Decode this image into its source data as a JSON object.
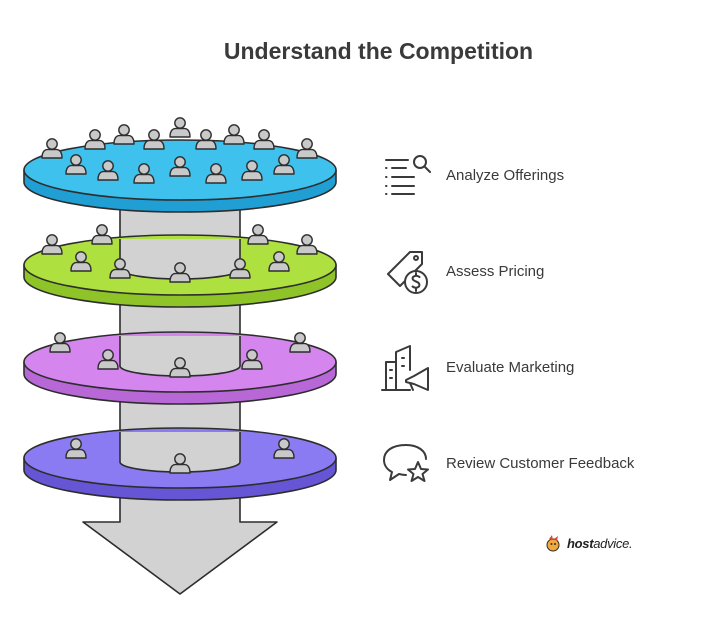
{
  "title": "Understand the Competition",
  "steps": [
    {
      "label": "Analyze Offerings",
      "icon": "list-search-icon",
      "color": "#3fc1ee"
    },
    {
      "label": "Assess Pricing",
      "icon": "price-tag-icon",
      "color": "#aee03f"
    },
    {
      "label": "Evaluate Marketing",
      "icon": "marketing-icon",
      "color": "#d585ee"
    },
    {
      "label": "Review Customer Feedback",
      "icon": "feedback-icon",
      "color": "#8a7bf2"
    }
  ],
  "brand": {
    "name_bold": "host",
    "name_light": "advice."
  }
}
